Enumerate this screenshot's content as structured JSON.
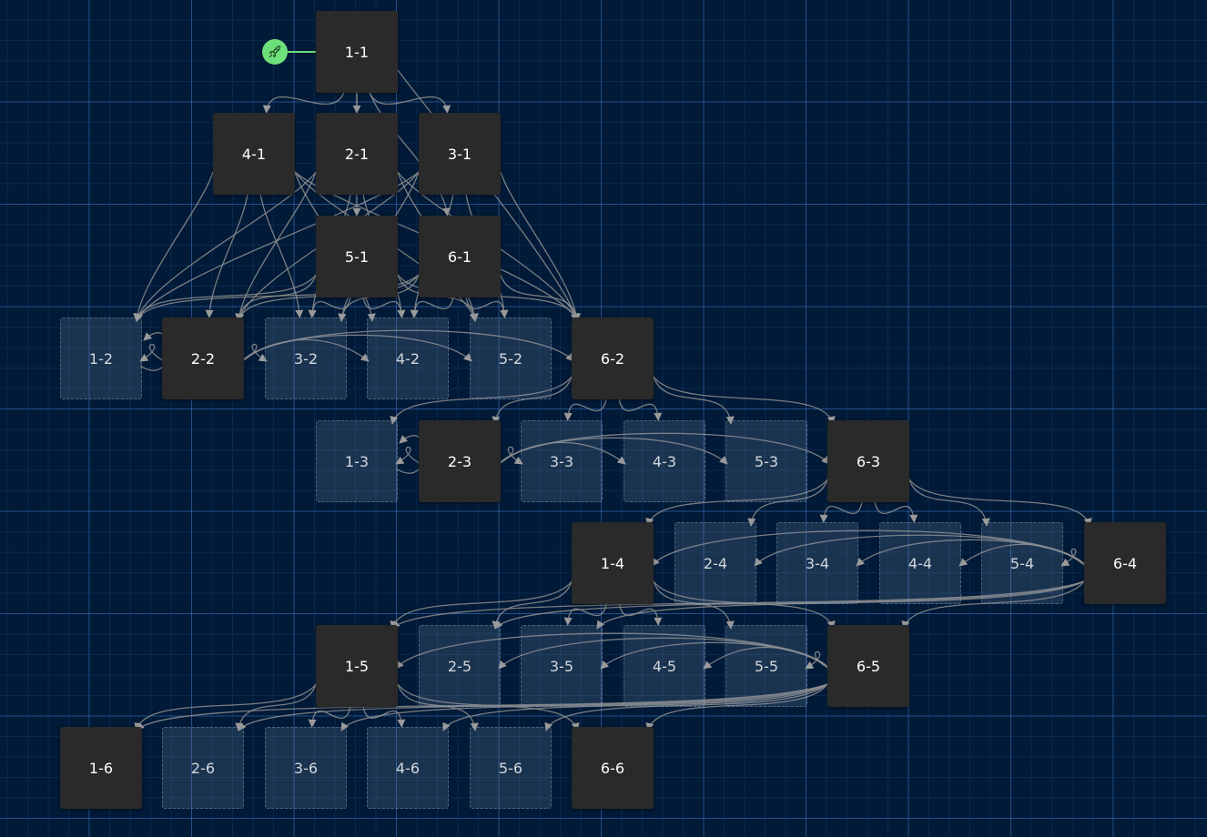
{
  "start": {
    "icon": "rocket-icon",
    "target": "1-1",
    "color": "#6ee07a"
  },
  "nodes": [
    {
      "id": "1-1",
      "label": "1-1",
      "style": "solid"
    },
    {
      "id": "4-1",
      "label": "4-1",
      "style": "solid"
    },
    {
      "id": "2-1",
      "label": "2-1",
      "style": "solid"
    },
    {
      "id": "3-1",
      "label": "3-1",
      "style": "solid"
    },
    {
      "id": "5-1",
      "label": "5-1",
      "style": "solid"
    },
    {
      "id": "6-1",
      "label": "6-1",
      "style": "solid"
    },
    {
      "id": "1-2",
      "label": "1-2",
      "style": "ghost"
    },
    {
      "id": "2-2",
      "label": "2-2",
      "style": "solid"
    },
    {
      "id": "3-2",
      "label": "3-2",
      "style": "ghost"
    },
    {
      "id": "4-2",
      "label": "4-2",
      "style": "ghost"
    },
    {
      "id": "5-2",
      "label": "5-2",
      "style": "ghost"
    },
    {
      "id": "6-2",
      "label": "6-2",
      "style": "solid"
    },
    {
      "id": "1-3",
      "label": "1-3",
      "style": "ghost"
    },
    {
      "id": "2-3",
      "label": "2-3",
      "style": "solid"
    },
    {
      "id": "3-3",
      "label": "3-3",
      "style": "ghost"
    },
    {
      "id": "4-3",
      "label": "4-3",
      "style": "ghost"
    },
    {
      "id": "5-3",
      "label": "5-3",
      "style": "ghost"
    },
    {
      "id": "6-3",
      "label": "6-3",
      "style": "solid"
    },
    {
      "id": "1-4",
      "label": "1-4",
      "style": "solid"
    },
    {
      "id": "2-4",
      "label": "2-4",
      "style": "ghost"
    },
    {
      "id": "3-4",
      "label": "3-4",
      "style": "ghost"
    },
    {
      "id": "4-4",
      "label": "4-4",
      "style": "ghost"
    },
    {
      "id": "5-4",
      "label": "5-4",
      "style": "ghost"
    },
    {
      "id": "6-4",
      "label": "6-4",
      "style": "solid"
    },
    {
      "id": "1-5",
      "label": "1-5",
      "style": "solid"
    },
    {
      "id": "2-5",
      "label": "2-5",
      "style": "ghost"
    },
    {
      "id": "3-5",
      "label": "3-5",
      "style": "ghost"
    },
    {
      "id": "4-5",
      "label": "4-5",
      "style": "ghost"
    },
    {
      "id": "5-5",
      "label": "5-5",
      "style": "ghost"
    },
    {
      "id": "6-5",
      "label": "6-5",
      "style": "solid"
    },
    {
      "id": "1-6",
      "label": "1-6",
      "style": "solid"
    },
    {
      "id": "2-6",
      "label": "2-6",
      "style": "ghost"
    },
    {
      "id": "3-6",
      "label": "3-6",
      "style": "ghost"
    },
    {
      "id": "4-6",
      "label": "4-6",
      "style": "ghost"
    },
    {
      "id": "5-6",
      "label": "5-6",
      "style": "ghost"
    },
    {
      "id": "6-6",
      "label": "6-6",
      "style": "solid"
    }
  ],
  "edges": [
    [
      "1-1",
      "4-1"
    ],
    [
      "1-1",
      "2-1"
    ],
    [
      "1-1",
      "3-1"
    ],
    [
      "1-1",
      "5-1"
    ],
    [
      "1-1",
      "6-1"
    ],
    [
      "1-1",
      "6-2"
    ],
    [
      "4-1",
      "1-2"
    ],
    [
      "4-1",
      "2-2"
    ],
    [
      "4-1",
      "3-2"
    ],
    [
      "4-1",
      "4-2"
    ],
    [
      "4-1",
      "5-2"
    ],
    [
      "4-1",
      "6-2"
    ],
    [
      "2-1",
      "1-2"
    ],
    [
      "2-1",
      "2-2"
    ],
    [
      "2-1",
      "3-2"
    ],
    [
      "2-1",
      "4-2"
    ],
    [
      "2-1",
      "5-2"
    ],
    [
      "2-1",
      "6-2"
    ],
    [
      "3-1",
      "1-2"
    ],
    [
      "3-1",
      "2-2"
    ],
    [
      "3-1",
      "3-2"
    ],
    [
      "3-1",
      "4-2"
    ],
    [
      "3-1",
      "5-2"
    ],
    [
      "3-1",
      "6-2"
    ],
    [
      "5-1",
      "1-2"
    ],
    [
      "5-1",
      "2-2"
    ],
    [
      "5-1",
      "3-2"
    ],
    [
      "5-1",
      "4-2"
    ],
    [
      "5-1",
      "5-2"
    ],
    [
      "5-1",
      "6-2"
    ],
    [
      "6-1",
      "1-2"
    ],
    [
      "6-1",
      "2-2"
    ],
    [
      "6-1",
      "3-2"
    ],
    [
      "6-1",
      "4-2"
    ],
    [
      "6-1",
      "5-2"
    ],
    [
      "6-1",
      "6-2"
    ],
    [
      "2-2",
      "1-2"
    ],
    [
      "2-2",
      "3-2"
    ],
    [
      "2-2",
      "4-2"
    ],
    [
      "2-2",
      "5-2"
    ],
    [
      "2-2",
      "6-2"
    ],
    [
      "1-2",
      "1-2"
    ],
    [
      "6-2",
      "1-3"
    ],
    [
      "6-2",
      "2-3"
    ],
    [
      "6-2",
      "3-3"
    ],
    [
      "6-2",
      "4-3"
    ],
    [
      "6-2",
      "5-3"
    ],
    [
      "6-2",
      "6-3"
    ],
    [
      "2-3",
      "1-3"
    ],
    [
      "2-3",
      "3-3"
    ],
    [
      "2-3",
      "4-3"
    ],
    [
      "2-3",
      "5-3"
    ],
    [
      "2-3",
      "6-3"
    ],
    [
      "1-3",
      "1-3"
    ],
    [
      "6-3",
      "1-4"
    ],
    [
      "6-3",
      "2-4"
    ],
    [
      "6-3",
      "3-4"
    ],
    [
      "6-3",
      "4-4"
    ],
    [
      "6-3",
      "5-4"
    ],
    [
      "6-3",
      "6-4"
    ],
    [
      "6-4",
      "1-4"
    ],
    [
      "6-4",
      "2-4"
    ],
    [
      "6-4",
      "3-4"
    ],
    [
      "6-4",
      "4-4"
    ],
    [
      "6-4",
      "5-4"
    ],
    [
      "1-4",
      "1-5"
    ],
    [
      "1-4",
      "2-5"
    ],
    [
      "1-4",
      "3-5"
    ],
    [
      "1-4",
      "4-5"
    ],
    [
      "1-4",
      "5-5"
    ],
    [
      "1-4",
      "6-5"
    ],
    [
      "6-4",
      "1-5"
    ],
    [
      "6-4",
      "2-5"
    ],
    [
      "6-4",
      "3-5"
    ],
    [
      "6-4",
      "6-5"
    ],
    [
      "6-5",
      "1-5"
    ],
    [
      "6-5",
      "2-5"
    ],
    [
      "6-5",
      "3-5"
    ],
    [
      "6-5",
      "4-5"
    ],
    [
      "6-5",
      "5-5"
    ],
    [
      "1-5",
      "1-6"
    ],
    [
      "1-5",
      "2-6"
    ],
    [
      "1-5",
      "3-6"
    ],
    [
      "1-5",
      "4-6"
    ],
    [
      "1-5",
      "5-6"
    ],
    [
      "1-5",
      "6-6"
    ],
    [
      "6-5",
      "1-6"
    ],
    [
      "6-5",
      "2-6"
    ],
    [
      "6-5",
      "3-6"
    ],
    [
      "6-5",
      "4-6"
    ],
    [
      "6-5",
      "5-6"
    ],
    [
      "6-5",
      "6-6"
    ]
  ]
}
